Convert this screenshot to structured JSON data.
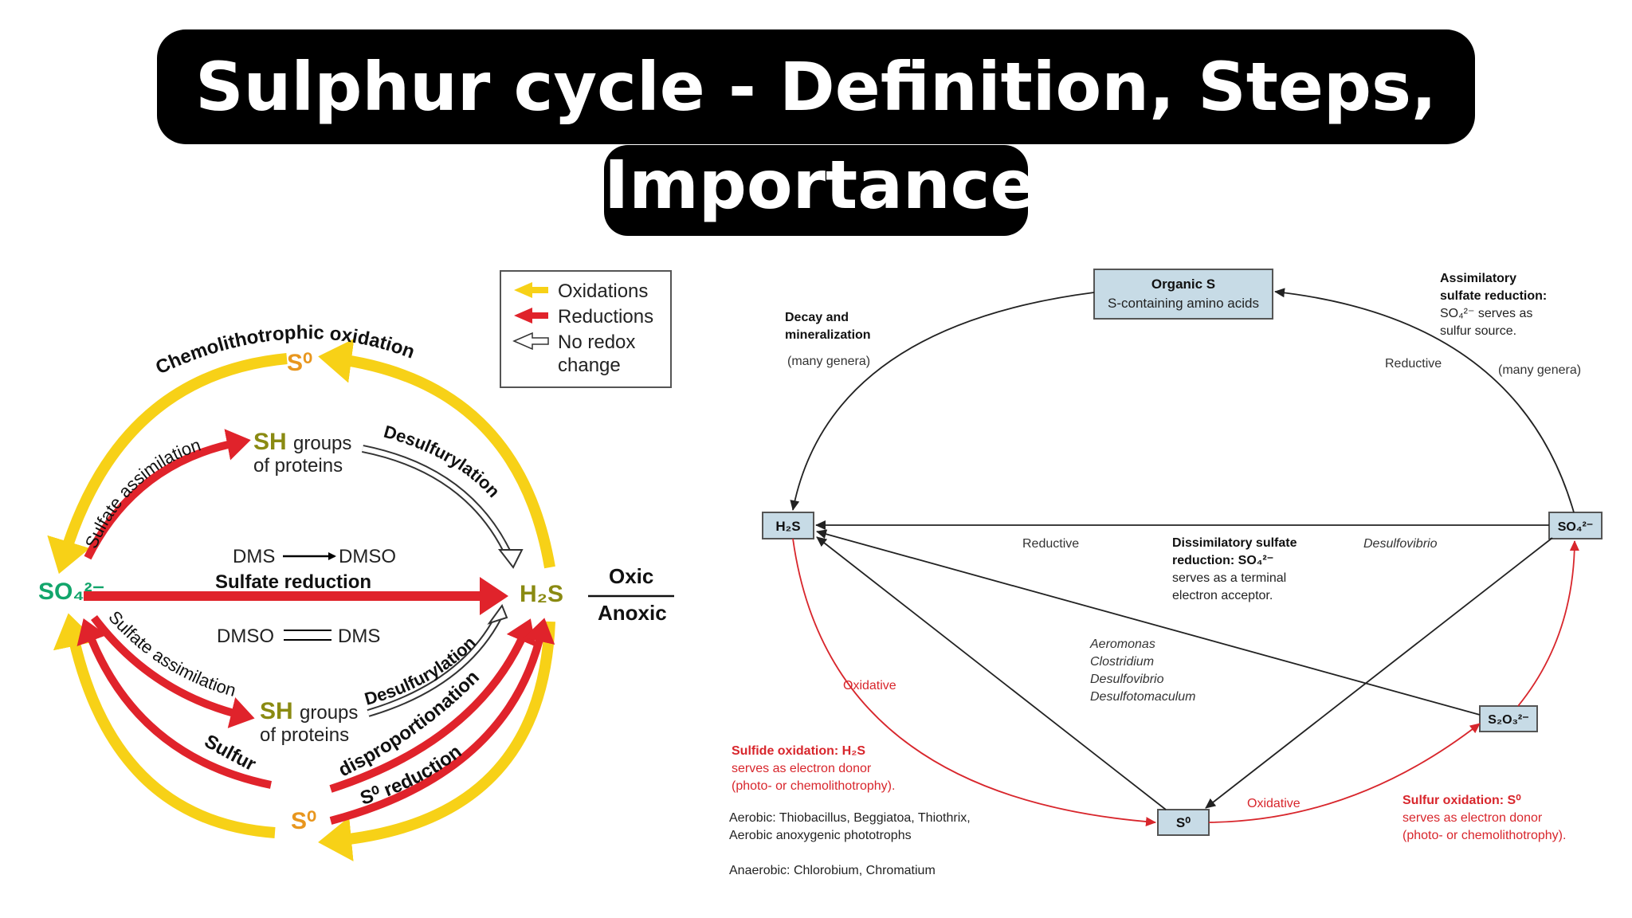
{
  "title": {
    "line1": "Sulphur cycle - Definition, Steps, Types,",
    "line2": "Importance"
  },
  "left": {
    "legend": {
      "oxidations": "Oxidations",
      "reductions": "Reductions",
      "no_redox_1": "No redox",
      "no_redox_2": "change"
    },
    "chemolithotrophic": "Chemolithotrophic oxidation",
    "s0_top": "S⁰",
    "s0_bottom": "S⁰",
    "so4": "SO₄²⁻",
    "h2s": "H₂S",
    "sh_top": "SH",
    "sh_top_groups": "groups",
    "sh_top_proteins": "of proteins",
    "sh_bottom": "SH",
    "sh_bottom_groups": "groups",
    "sh_bottom_proteins": "of proteins",
    "sulfate_assimilation_top": "Sulfate assimilation",
    "sulfate_assimilation_bottom": "Sulfate assimilation",
    "desulfurylation_top": "Desulfurylation",
    "desulfurylation_bottom": "Desulfurylation",
    "dms_dmso_top_a": "DMS",
    "dms_dmso_top_b": "DMSO",
    "dmso_dms_bottom_a": "DMSO",
    "dmso_dms_bottom_b": "DMS",
    "sulfate_reduction": "Sulfate reduction",
    "oxic": "Oxic",
    "anoxic": "Anoxic",
    "sulfur_disp_a": "Sulfur",
    "sulfur_disp_b": "disproportionation",
    "s0_reduction": "S⁰ reduction"
  },
  "right": {
    "organic_s_title": "Organic S",
    "organic_s_sub": "S-containing amino acids",
    "h2s": "H₂S",
    "so4": "SO₄²⁻",
    "s0": "S⁰",
    "s2o3": "S₂O₃²⁻",
    "decay_1": "Decay and",
    "decay_2": "mineralization",
    "many_genera_left": "(many genera)",
    "assim_1": "Assimilatory",
    "assim_2": "sulfate reduction:",
    "assim_3": "SO₄²⁻ serves as",
    "assim_4": "sulfur source.",
    "reductive_top": "Reductive",
    "many_genera_right": "(many genera)",
    "reductive_mid": "Reductive",
    "dissim_1": "Dissimilatory sulfate",
    "dissim_2": "reduction: SO₄²⁻",
    "dissim_3": "serves as a terminal",
    "dissim_4": "electron acceptor.",
    "desulfovibrio": "Desulfovibrio",
    "genera": [
      "Aeromonas",
      "Clostridium",
      "Desulfovibrio",
      "Desulfotomaculum"
    ],
    "oxidative_left": "Oxidative",
    "oxidative_bottom": "Oxidative",
    "sulfide_ox_1": "Sulfide oxidation: H₂S",
    "sulfide_ox_2": "serves as electron donor",
    "sulfide_ox_3": "(photo- or chemolithotrophy).",
    "aerobic_1": "Aerobic: Thiobacillus, Beggiatoa, Thiothrix,",
    "aerobic_2": "Aerobic anoxygenic phototrophs",
    "anaerobic": "Anaerobic: Chlorobium, Chromatium",
    "sulfur_ox_1": "Sulfur oxidation: S⁰",
    "sulfur_ox_2": "serves as electron donor",
    "sulfur_ox_3": "(photo- or chemolithotrophy)."
  },
  "colors": {
    "yellow": "#f7d117",
    "red": "#e0232b",
    "olive": "#8a8a12",
    "orange": "#e8961e",
    "green": "#12a56b",
    "box_fill": "#c7dbe6",
    "diagram_red": "#d8262c"
  }
}
